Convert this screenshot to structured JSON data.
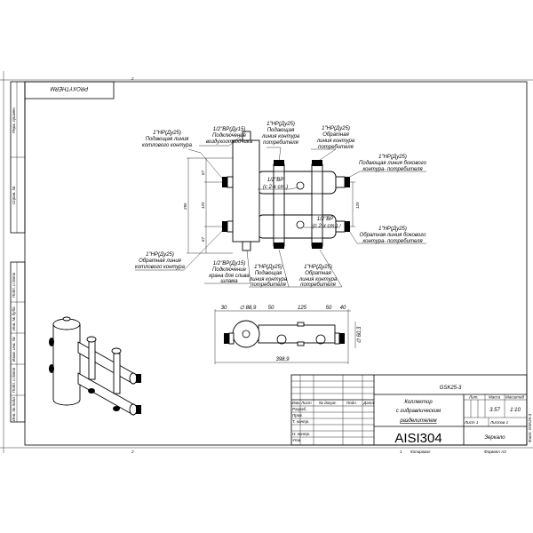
{
  "brand": "PROXYTHERM",
  "sheet_marks": {
    "top": "2",
    "bottom": "2",
    "copy_num": "1",
    "copied": "Копировал",
    "format": "Формат А3",
    "file": "Файл: GSK25-3"
  },
  "left_strip": [
    "Перв. примен.",
    "Справ. №",
    "Подп. и дата",
    "Инв. № дубл.",
    "Взам. инв. №",
    "Подп. и дата",
    "Инв. № подл."
  ],
  "callouts": {
    "boiler_supply": [
      "1\"НР(Ду25)",
      "Подающая линия",
      "котлового контура"
    ],
    "air_vent": [
      "1/2\"ВР(Ду15)",
      "Подключение",
      "воздухоотводчика"
    ],
    "consumer_supply_top": [
      "1\"НР(Ду25)",
      "Подающая",
      "линия контура",
      "потребителя"
    ],
    "consumer_return_top": [
      "1\"НР(Ду25)",
      "Обратная",
      "линия контура",
      "потребителя"
    ],
    "side_supply": [
      "1\"НР(Ду25)",
      "Подающая линия бокового",
      "контура- потребителя"
    ],
    "socket_upper": [
      "1/2\"ВР",
      "(с 2-х ст.)"
    ],
    "socket_lower": [
      "1/2\"ВР",
      "(с 2-х ст.)"
    ],
    "side_return": [
      "1\"НР(Ду25)",
      "Обратная линия бокового",
      "контура- потребителя"
    ],
    "boiler_return": [
      "1\"НР(Ду25)",
      "Обратная линия",
      "котлового контура"
    ],
    "drain": [
      "1/2\"ВР(Ду15)",
      "Подключение",
      "крана для слива",
      "шлама"
    ],
    "consumer_supply_bottom": [
      "1\"НР(Ду25)",
      "Подающая",
      "линия контура",
      "потребителя"
    ],
    "consumer_return_bottom": [
      "1\"НР(Ду25)",
      "Обратная",
      "линия контура",
      "потребителя"
    ]
  },
  "dims_front": {
    "upper": "67",
    "middle": "125",
    "lower": "67",
    "total": "295",
    "right": "125"
  },
  "dims_top": {
    "a": "30",
    "dia_large": "∅ 88,9",
    "b": "50",
    "c": "125",
    "d": "50",
    "e": "40",
    "dia_small": "∅ 60,3",
    "total": "398,9"
  },
  "title_block": {
    "designation": "GSK25-3",
    "name": [
      "Коллектор",
      "с гидравлическим",
      "разделителем"
    ],
    "material": "AISI304",
    "lit_label": "Лит.",
    "mass_label": "Масса",
    "scale_label": "Масштаб",
    "mass": "3.57",
    "scale": "1:10",
    "sheet": "Лист 1",
    "sheets": "Листов 1",
    "finish": "Зеркало",
    "col_headers": [
      "Изм.",
      "Лист",
      "№ докум.",
      "Подп.",
      "Дата"
    ],
    "row_labels": [
      "Разраб.",
      "Пров.",
      "Т. контр.",
      "",
      "Н. контр.",
      "Утв."
    ]
  }
}
